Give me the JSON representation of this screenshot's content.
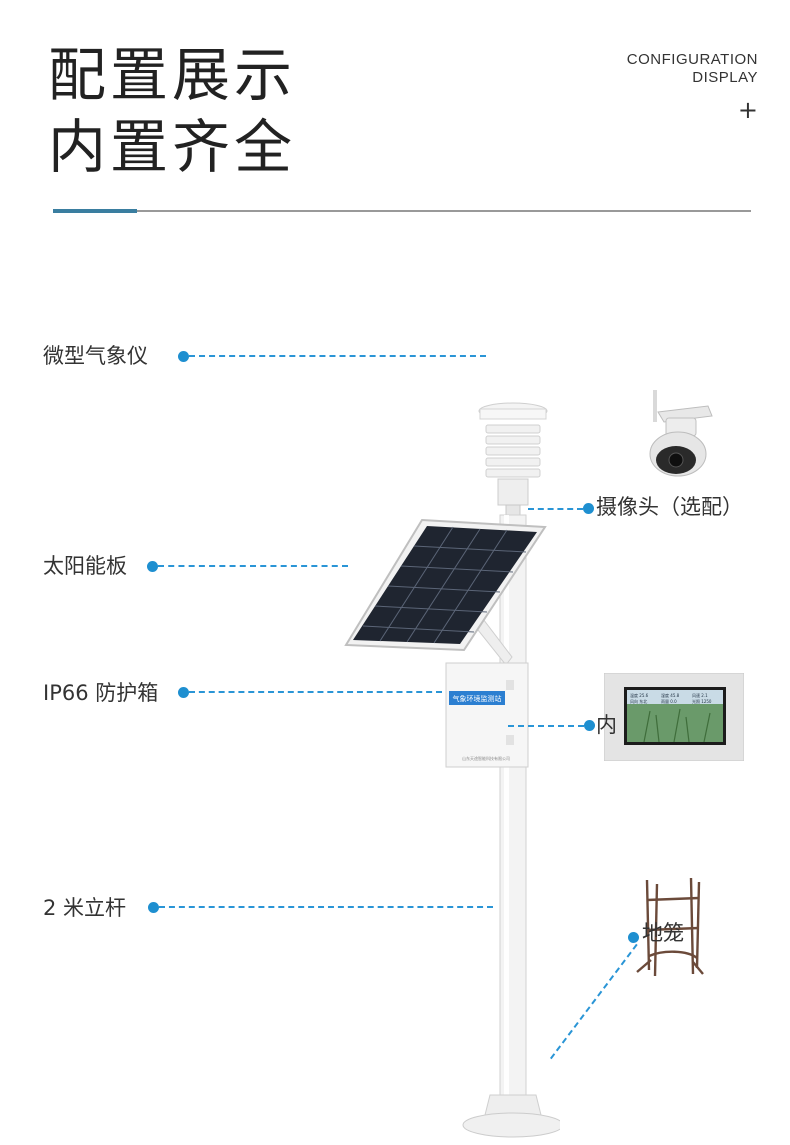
{
  "heading": {
    "line1": "配置展示",
    "line2": "内置齐全",
    "en_line1": "CONFIGURATION",
    "en_line2": "DISPLAY",
    "plus": "+"
  },
  "callouts": {
    "weather_instrument": "微型气象仪",
    "solar_panel": "太阳能板",
    "enclosure": "IP66 防护箱",
    "pole": "2 米立杆",
    "camera": "摄像头（选配）",
    "screen": "内",
    "ground_cage": "地笼"
  },
  "enclosure_panel": {
    "title": "气象环境监测站",
    "footer": "山东天途智能科技有限公司"
  },
  "screen_panel": {
    "readouts": [
      "温度 25.6",
      "湿度 45.8",
      "风速 2.1"
    ],
    "readouts_row2": [
      "风向 东北",
      "雨量 0.0",
      "光照 1250"
    ]
  },
  "colors": {
    "accent_line": "#3a7ea0",
    "callout_blue": "#1e8fd0",
    "rule_gray": "#999999"
  },
  "icons": [
    "camera-icon",
    "solar-panel-icon",
    "weather-shield-icon",
    "ground-cage-icon",
    "display-screen-icon"
  ]
}
